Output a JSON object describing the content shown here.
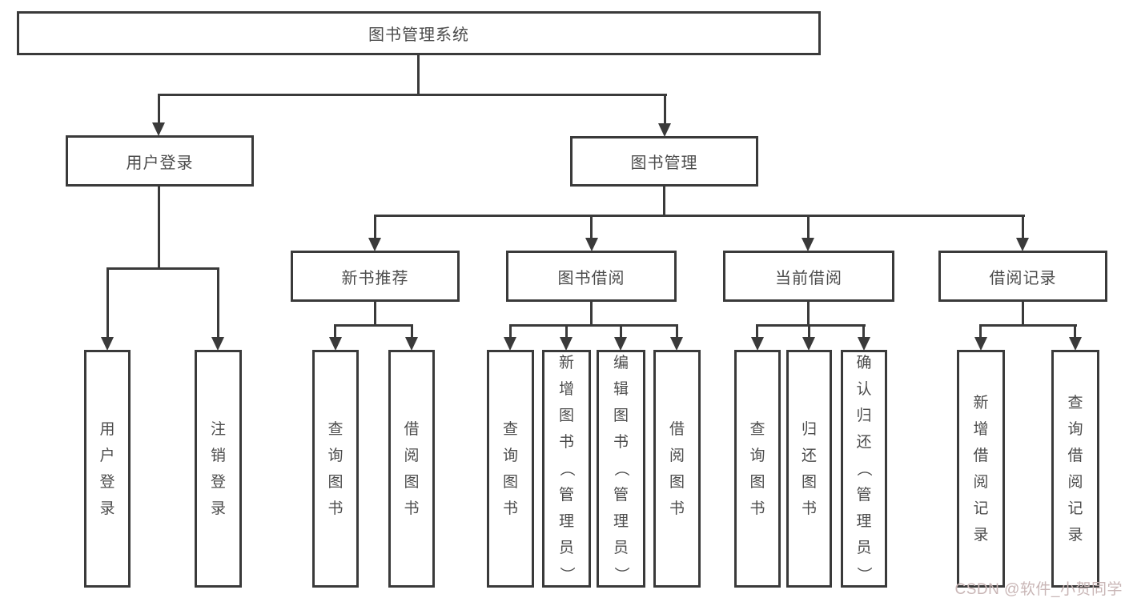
{
  "diagram": {
    "watermark": "CSDN @软件_小贺同学",
    "colors": {
      "line": "#3a3a3a",
      "text": "#4c4c4c",
      "background": "#ffffff",
      "watermark": "#c9b6b6"
    },
    "nodes": {
      "root": {
        "label": "图书管理系统"
      },
      "user_login": {
        "label": "用户登录"
      },
      "book_mgmt": {
        "label": "图书管理"
      },
      "leaf_user_login": {
        "label": "用户登录"
      },
      "leaf_logout": {
        "label": "注销登录"
      },
      "new_book_rec": {
        "label": "新书推荐"
      },
      "book_borrow": {
        "label": "图书借阅"
      },
      "current_borrow": {
        "label": "当前借阅"
      },
      "borrow_record": {
        "label": "借阅记录"
      },
      "rec_query_book": {
        "label": "查询图书"
      },
      "rec_borrow_book": {
        "label": "借阅图书"
      },
      "bb_query_book": {
        "label": "查询图书"
      },
      "bb_add_book": {
        "label": "新增图书（管理员）"
      },
      "bb_edit_book": {
        "label": "编辑图书（管理员）"
      },
      "bb_borrow_book": {
        "label": "借阅图书"
      },
      "cb_query_book": {
        "label": "查询图书"
      },
      "cb_return_book": {
        "label": "归还图书"
      },
      "cb_confirm_return": {
        "label": "确认归还（管理员）"
      },
      "br_add_record": {
        "label": "新增借阅记录"
      },
      "br_query_record": {
        "label": "查询借阅记录"
      }
    }
  }
}
